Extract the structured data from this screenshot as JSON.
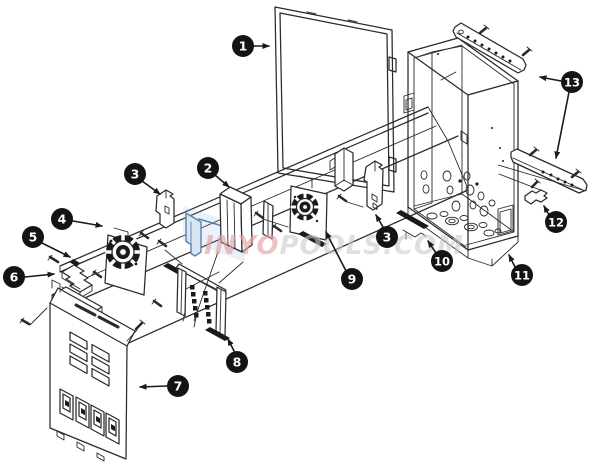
{
  "watermark": {
    "inyo": "INYO",
    "pools": "POOLS",
    "dotcom": ".COM"
  },
  "callouts": {
    "c1": {
      "label": "1"
    },
    "c2": {
      "label": "2"
    },
    "c3a": {
      "label": "3"
    },
    "c3b": {
      "label": "3"
    },
    "c4": {
      "label": "4"
    },
    "c5": {
      "label": "5"
    },
    "c6": {
      "label": "6"
    },
    "c7": {
      "label": "7"
    },
    "c8": {
      "label": "8"
    },
    "c9": {
      "label": "9"
    },
    "c10": {
      "label": "10"
    },
    "c11": {
      "label": "11"
    },
    "c12": {
      "label": "12"
    },
    "c13": {
      "label": "13"
    }
  },
  "colors": {
    "line": "#2a2a2a",
    "background": "#ffffff",
    "badge": "#141414",
    "badge_text": "#ffffff",
    "hardware": "#1a1a1a",
    "highlight_blue": "#5b82ad",
    "highlight_blue_fill": "#d8e6f4",
    "watermark_pink": "#e2a2a2",
    "watermark_gray": "#c9c9c9"
  }
}
